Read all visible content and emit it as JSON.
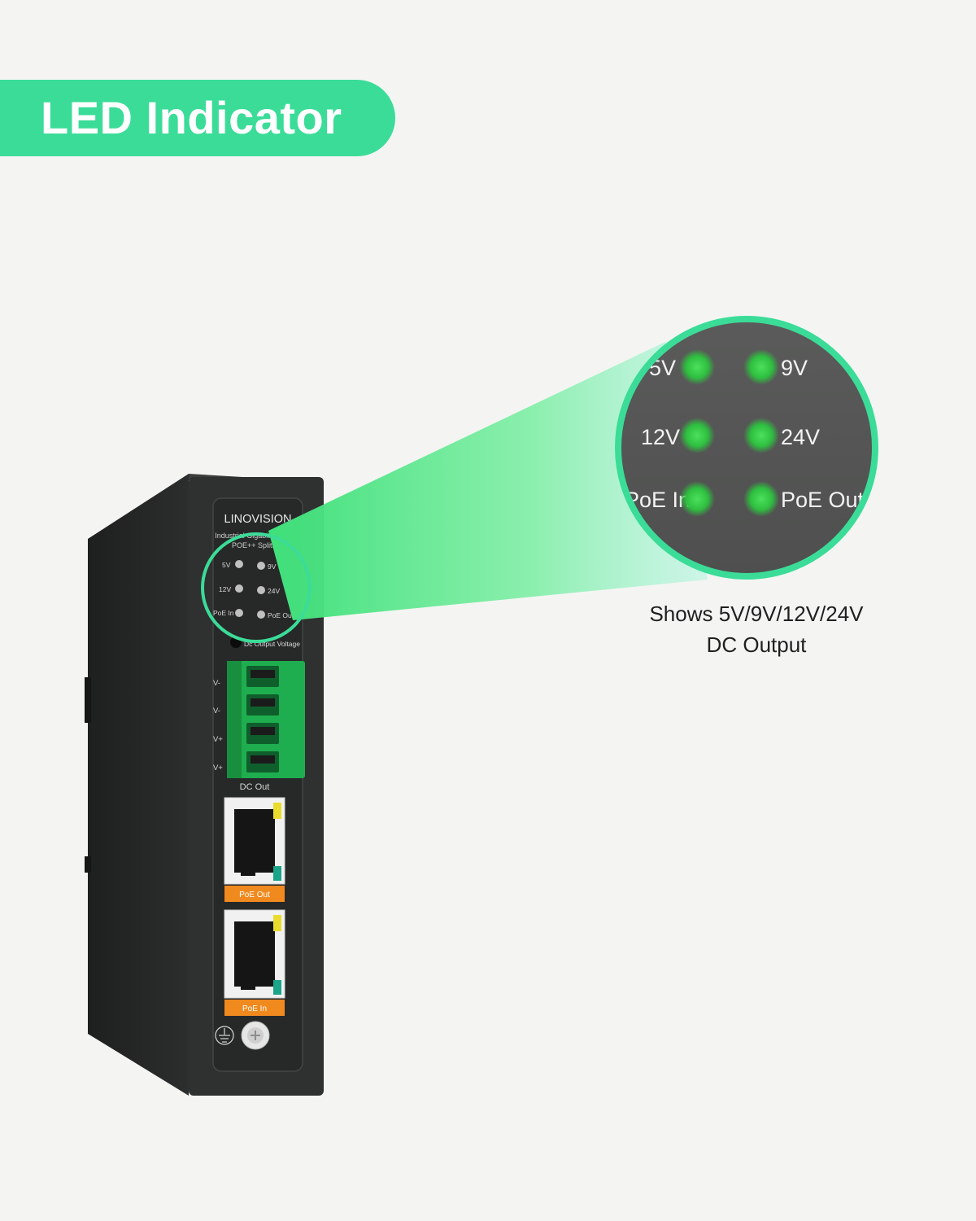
{
  "banner": {
    "title": "LED Indicator"
  },
  "device": {
    "brand": "LINOVISION",
    "model_line1": "Industrial Gigabit BT",
    "model_line2": "POE++ Splitter",
    "dc_output_voltage_label": "Dc Output Voltage",
    "terminal_labels": [
      "V-",
      "V-",
      "V+",
      "V+"
    ],
    "dc_out_label": "DC Out",
    "port_poe_out_label": "PoE Out",
    "port_poe_in_label": "PoE In"
  },
  "leds": {
    "led_5v": "5V",
    "led_9v": "9V",
    "led_12v": "12V",
    "led_24v": "24V",
    "led_poe_in": "PoE In",
    "led_poe_out": "PoE Out"
  },
  "caption": {
    "line1": "Shows 5V/9V/12V/24V",
    "line2": "DC Output"
  },
  "colors": {
    "accent_green": "#3bdc98",
    "led_on": "#35c94a",
    "device_body": "#2f3030",
    "port_label_orange": "#f08a1f",
    "terminal_green": "#1fae4f"
  }
}
